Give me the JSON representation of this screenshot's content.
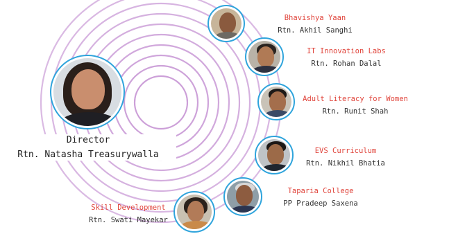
{
  "director": {
    "title": "Director",
    "name": "Rtn. Natasha Treasurywalla"
  },
  "projects": [
    {
      "project": "Bhavishya Yaan",
      "lead": "Rtn. Akhil Sanghi"
    },
    {
      "project": "IT Innovation Labs",
      "lead": "Rtn. Rohan Dalal"
    },
    {
      "project": "Adult Literacy for Women",
      "lead": "Rtn. Runit Shah"
    },
    {
      "project": "EVS Curriculum",
      "lead": "Rtn. Nikhil Bhatia"
    },
    {
      "project": "Taparia College",
      "lead": "PP Pradeep Saxena"
    },
    {
      "project": "Skill Development",
      "lead": "Rtn. Swati Mayekar"
    }
  ],
  "colors": {
    "ring": "#c99ad6",
    "avatar_border": "#2fa4dc",
    "project_text": "#e0453c",
    "name_text": "#333333"
  }
}
